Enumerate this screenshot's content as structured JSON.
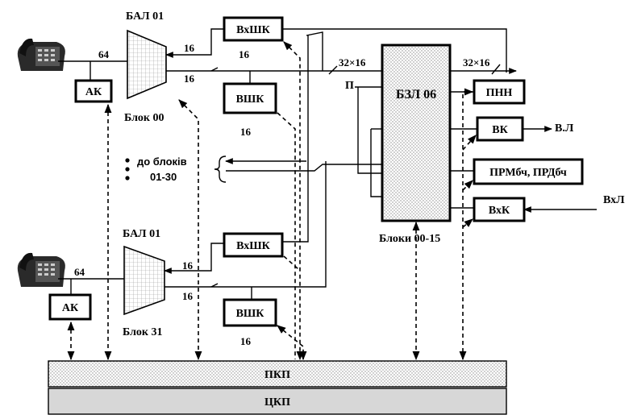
{
  "labels": {
    "bal_top": "БАЛ 01",
    "bal_bottom": "БАЛ 01",
    "block_top": "Блок 00",
    "block_bottom": "Блок 31",
    "ak": "АК",
    "vxshk": "ВхШК",
    "vshk": "ВШК",
    "bzl": "БЗЛ 06",
    "bzl_blocks": "Блоки 00-15",
    "pnn": "ПНН",
    "vk": "ВК",
    "vl": "В.Л",
    "prm": "ПРМбч, ПРДбч",
    "vxk": "ВхК",
    "vxl": "ВхЛ",
    "p": "П",
    "pkp": "ПКП",
    "ckp": "ЦКП",
    "n64": "64",
    "n16": "16",
    "n32x16": "32×16",
    "to_blocks_1": "до блоків",
    "to_blocks_2": "01-30"
  }
}
